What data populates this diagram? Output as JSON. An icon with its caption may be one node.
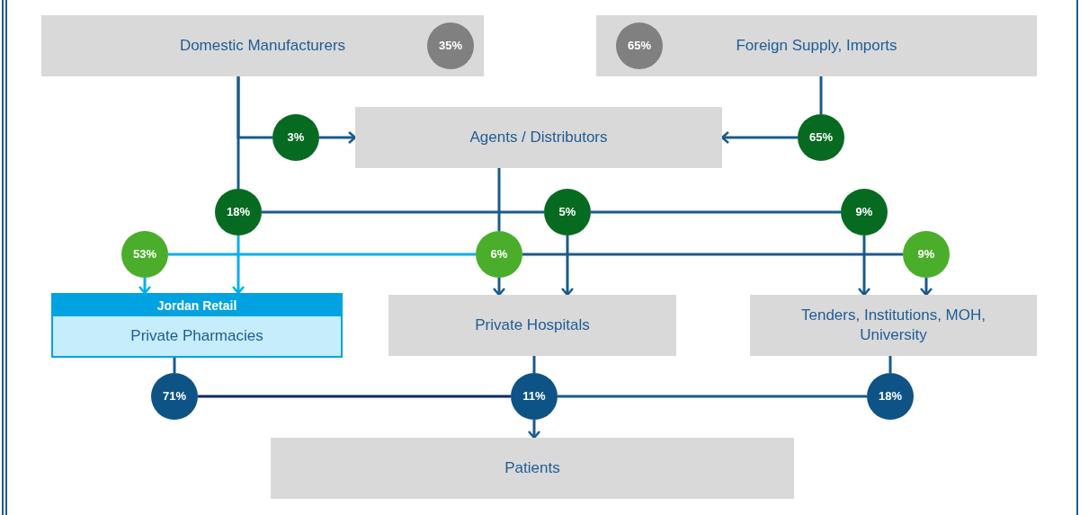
{
  "diagram": {
    "nodes": [
      {
        "text": [
          "Domestic Manufacturers"
        ]
      },
      {
        "text": [
          "35%"
        ],
        "in": 0
      },
      {
        "text": [
          "Foreign Supply, Imports"
        ]
      },
      {
        "text": [
          "65%"
        ],
        "in": 2
      },
      {
        "text": [
          "Agents / Distributors"
        ]
      },
      {
        "text": [
          "3%"
        ]
      },
      {
        "text": [
          "65%"
        ]
      },
      {
        "text": [
          "18%"
        ]
      },
      {
        "text": [
          "5%"
        ]
      },
      {
        "text": [
          "9%"
        ]
      },
      {
        "text": [
          "53%"
        ]
      },
      {
        "text": [
          "6%"
        ]
      },
      {
        "text": [
          "9%"
        ]
      },
      {
        "text": [
          "Jordan Retail",
          "Private Pharmacies"
        ]
      },
      {
        "text": [
          "Private Hospitals"
        ]
      },
      {
        "text": [
          "Tenders, Institutions, MOH, University"
        ]
      },
      {
        "text": [
          "71%"
        ]
      },
      {
        "text": [
          "11%"
        ]
      },
      {
        "text": [
          "18%"
        ]
      },
      {
        "text": [
          "Patients"
        ]
      }
    ],
    "edges": [
      {
        "from": 0,
        "to": 7,
        "arrow": "none"
      },
      {
        "from": 0,
        "to": 5,
        "arrow": "none"
      },
      {
        "from": 5,
        "to": 4,
        "arrow": "to"
      },
      {
        "from": 2,
        "to": 6,
        "arrow": "none"
      },
      {
        "from": 6,
        "to": 4,
        "arrow": "to"
      },
      {
        "from": 7,
        "to": 13,
        "arrow": "to",
        "color": "#00b0f0"
      },
      {
        "from": 7,
        "to": 8,
        "arrow": "none"
      },
      {
        "from": 8,
        "to": 9,
        "arrow": "none"
      },
      {
        "from": 4,
        "to": 11,
        "arrow": "none"
      },
      {
        "from": 11,
        "to": 14,
        "arrow": "to"
      },
      {
        "from": 8,
        "to": 14,
        "arrow": "to"
      },
      {
        "from": 9,
        "to": 15,
        "arrow": "to"
      },
      {
        "from": 10,
        "to": 13,
        "arrow": "to",
        "color": "#00b0f0"
      },
      {
        "from": 10,
        "to": 11,
        "arrow": "none",
        "color": "#00b0f0"
      },
      {
        "from": 11,
        "to": 12,
        "arrow": "none"
      },
      {
        "from": 12,
        "to": 15,
        "arrow": "to"
      },
      {
        "from": 13,
        "to": 16,
        "arrow": "none"
      },
      {
        "from": 14,
        "to": 17,
        "arrow": "none"
      },
      {
        "from": 15,
        "to": 18,
        "arrow": "none"
      },
      {
        "from": 16,
        "to": 17,
        "arrow": "none",
        "color": "#0b2a5c"
      },
      {
        "from": 18,
        "to": 17,
        "arrow": "none"
      },
      {
        "from": 17,
        "to": 19,
        "arrow": "to"
      }
    ]
  }
}
